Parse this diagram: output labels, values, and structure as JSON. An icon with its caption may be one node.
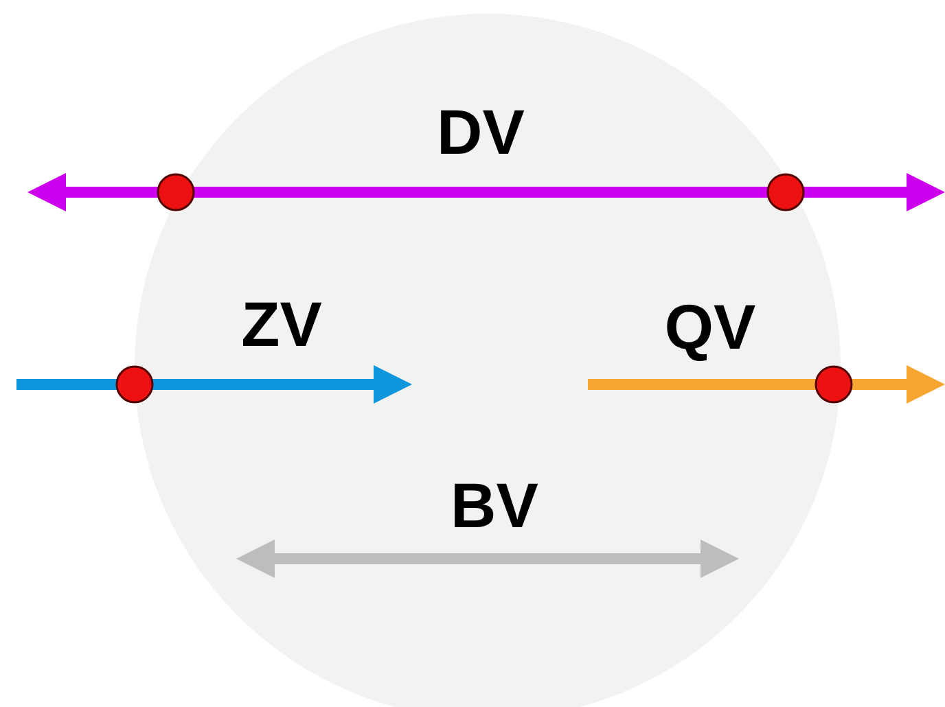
{
  "diagram": {
    "labels": [
      "DV",
      "ZV",
      "QV",
      "BV"
    ]
  }
}
